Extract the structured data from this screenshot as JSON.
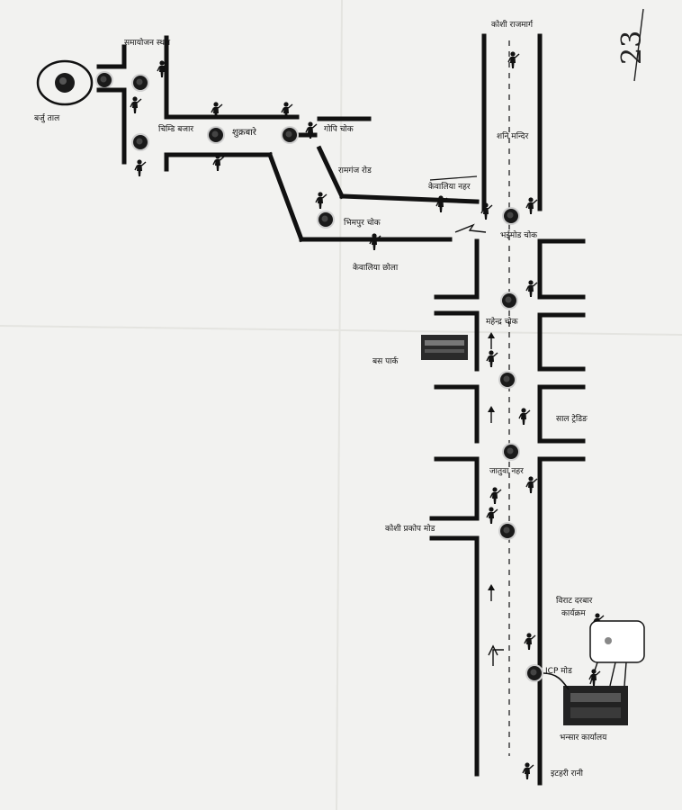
{
  "page_number": "23",
  "labels": {
    "barjutal": "बर्जु ताल",
    "samayojan_sthal": "समायोजन स्थल",
    "chimdi_bazar": "चिम्डि बजार",
    "shukrabare": "शुक्रबारे",
    "gopi_chowk": "गोपि चोक",
    "ramganj_road": "रामगंज रोड",
    "kekaliya_nahar": "केवालिया नहर",
    "bhimpur_chowk": "भिमपुर चोक",
    "kekaliya_chhola": "केवालिया छोला",
    "bhaimod_chowk": "भईमोड चोक",
    "koshi_rajmarg": "कोशी राजमार्ग",
    "shani_mandir": "शनि मन्दिर",
    "mahendra_chowk": "महेन्द्र चोक",
    "bus_park": "बस पार्क",
    "sal_trading": "साल ट्रेडिङ",
    "jatuwa_nahar": "जातुवा नहर",
    "koshi_prakop_mod": "कोशी प्रकोप मोड",
    "birat_darbar": "विराट दरबार",
    "karyakram": "कार्यक्रम",
    "icp_mod": "ICP मोड",
    "bhansar_karyalaya": "भन्सार कार्यालय",
    "itahari_rani": "इटहरी रानी"
  },
  "colors": {
    "ink": "#111111",
    "paper": "#f2f2f0"
  },
  "icons": [
    "police-figure-icon",
    "traffic-signal-icon",
    "direction-arrow-icon",
    "bus-icon",
    "building-icon"
  ]
}
